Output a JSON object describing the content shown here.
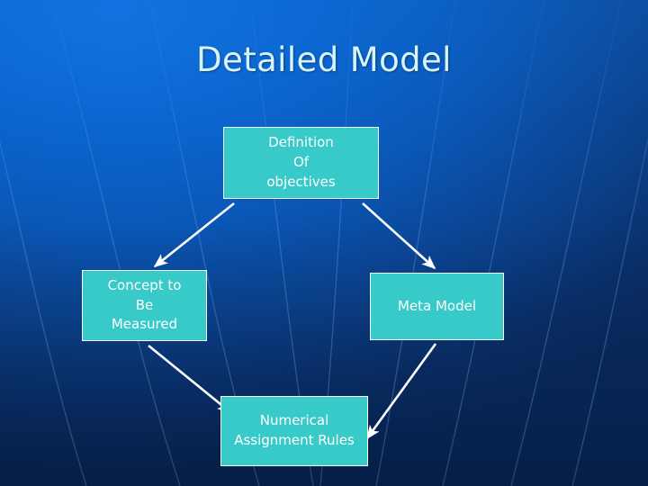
{
  "slide": {
    "title": "Detailed Model",
    "background_color_top": "#0b64ce",
    "background_color_bottom": "#082a5e",
    "title_color": "#d9f5fb",
    "node_fill_color": "#38c9c9",
    "node_border_color": "#ffffff",
    "arrow_color": "#ffffff"
  },
  "nodes": {
    "definition": {
      "name": "Definition Of objectives",
      "lines": [
        "Definition",
        "Of",
        "objectives"
      ],
      "line1": "Definition",
      "line2": "Of",
      "line3": "objectives"
    },
    "concept": {
      "name": "Concept to Be Measured",
      "lines": [
        "Concept to",
        "Be",
        "Measured"
      ],
      "line1": "Concept to",
      "line2": "Be",
      "line3": "Measured"
    },
    "meta": {
      "name": "Meta Model",
      "lines": [
        "Meta Model"
      ],
      "line1": "Meta  Model"
    },
    "rules": {
      "name": "Numerical Assignment Rules",
      "lines": [
        "Numerical",
        "Assignment Rules"
      ],
      "line1": "Numerical",
      "line2": "Assignment Rules"
    }
  },
  "arrows": [
    {
      "id": "definition-to-concept",
      "from": "definition",
      "to": "concept",
      "direction": "down-left"
    },
    {
      "id": "definition-to-meta",
      "from": "definition",
      "to": "meta",
      "direction": "down-right"
    },
    {
      "id": "concept-to-rules",
      "from": "concept",
      "to": "rules",
      "direction": "down-right"
    },
    {
      "id": "meta-to-rules",
      "from": "meta",
      "to": "rules",
      "direction": "down-left"
    }
  ]
}
